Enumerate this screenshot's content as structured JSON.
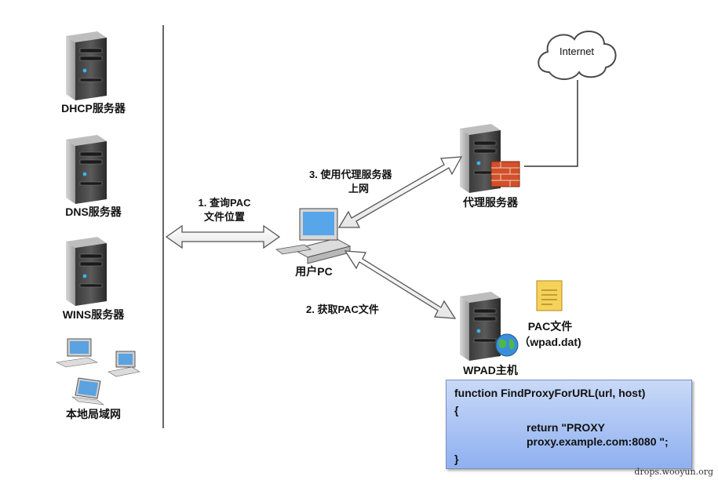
{
  "servers": {
    "dhcp_label": "DHCP服务器",
    "dns_label": "DNS服务器",
    "wins_label": "WINS服务器",
    "lan_label": "本地局域网"
  },
  "internet_label": "Internet",
  "proxy_label": "代理服务器",
  "user_pc_label": "用户PC",
  "wpad_label": "WPAD主机",
  "pac_file": {
    "line1": "PAC文件",
    "line2": "（wpad.dat)"
  },
  "steps": {
    "step1_line1": "1. 查询PAC",
    "step1_line2": "文件位置",
    "step2": "2.  获取PAC文件",
    "step3_line1": "3.  使用代理服务器",
    "step3_line2": "上网"
  },
  "code": {
    "line1": "function FindProxyForURL(url, host)",
    "line2": "{",
    "line3": "return \"PROXY",
    "line4": "proxy.example.com:8080 \";",
    "line5": "}"
  },
  "watermark": "drops.wooyun.org"
}
